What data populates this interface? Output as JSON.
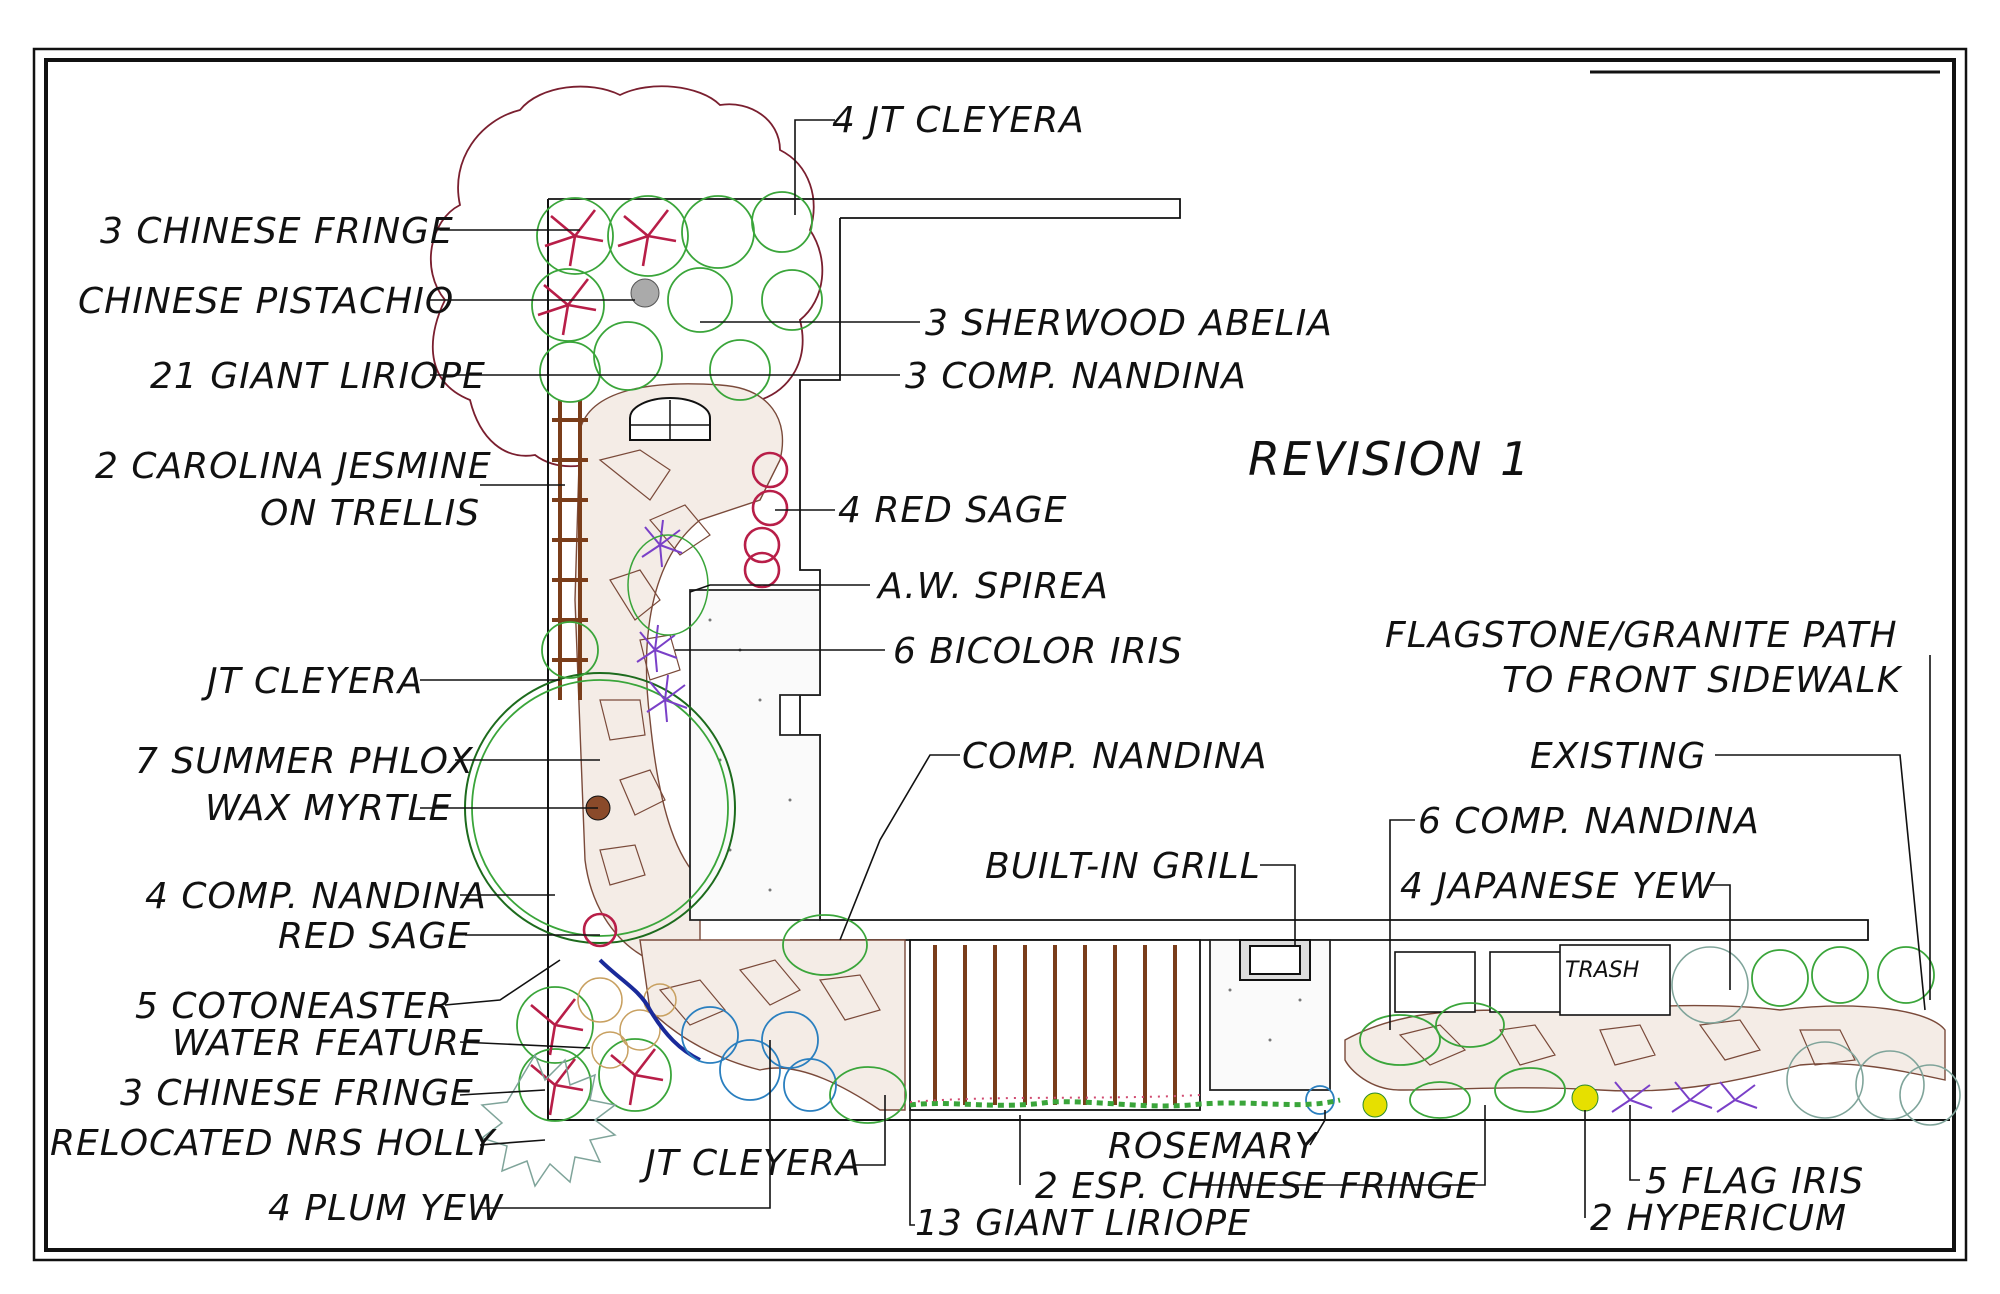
{
  "title": "REVISION 1",
  "labels": {
    "jt_cleyera_top": "4 JT CLEYERA",
    "chinese_fringe_top": "3 CHINESE FRINGE",
    "chinese_pistachio": "CHINESE PISTACHIO",
    "sherwood_abelia": "3 SHERWOOD ABELIA",
    "giant_liriope_21": "21 GIANT LIRIOPE",
    "comp_nandina_3": "3 COMP. NANDINA",
    "carolina_jesmine_1": "2 CAROLINA JESMINE",
    "carolina_jesmine_2": "ON TRELLIS",
    "red_sage_4": "4 RED SAGE",
    "aw_spirea": "A.W. SPIREA",
    "bicolor_iris": "6 BICOLOR IRIS",
    "jt_cleyera_mid": "JT CLEYERA",
    "flagstone_1": "FLAGSTONE/GRANITE PATH",
    "flagstone_2": "TO FRONT SIDEWALK",
    "comp_nandina_single": "COMP. NANDINA",
    "existing": "EXISTING",
    "summer_phlox": "7 SUMMER PHLOX",
    "wax_myrtle": "WAX MYRTLE",
    "comp_nandina_6": "6 COMP. NANDINA",
    "built_in_grill": "BUILT-IN GRILL",
    "japanese_yew": "4 JAPANESE YEW",
    "comp_nandina_4": "4 COMP. NANDINA",
    "red_sage": "RED SAGE",
    "trash": "TRASH",
    "cotoneaster": "5 COTONEASTER",
    "water_feature": "WATER FEATURE",
    "chinese_fringe_bottom": "3 CHINESE FRINGE",
    "relocated_holly": "RELOCATED NRS HOLLY",
    "jt_cleyera_bottom": "JT CLEYERA",
    "rosemary": "ROSEMARY",
    "esp_chinese_fringe": "2 ESP. CHINESE FRINGE",
    "flag_iris": "5 FLAG IRIS",
    "plum_yew": "4 PLUM YEW",
    "giant_liriope_13": "13 GIANT LIRIOPE",
    "hypericum": "2 HYPERICUM"
  },
  "colors": {
    "tree_canopy": "#7a1f2f",
    "shrub_green": "#3aa53a",
    "fringe_red": "#b81e48",
    "stone": "#7a4a3a",
    "purple": "#7a40c8",
    "blue": "#2a7fbf"
  }
}
